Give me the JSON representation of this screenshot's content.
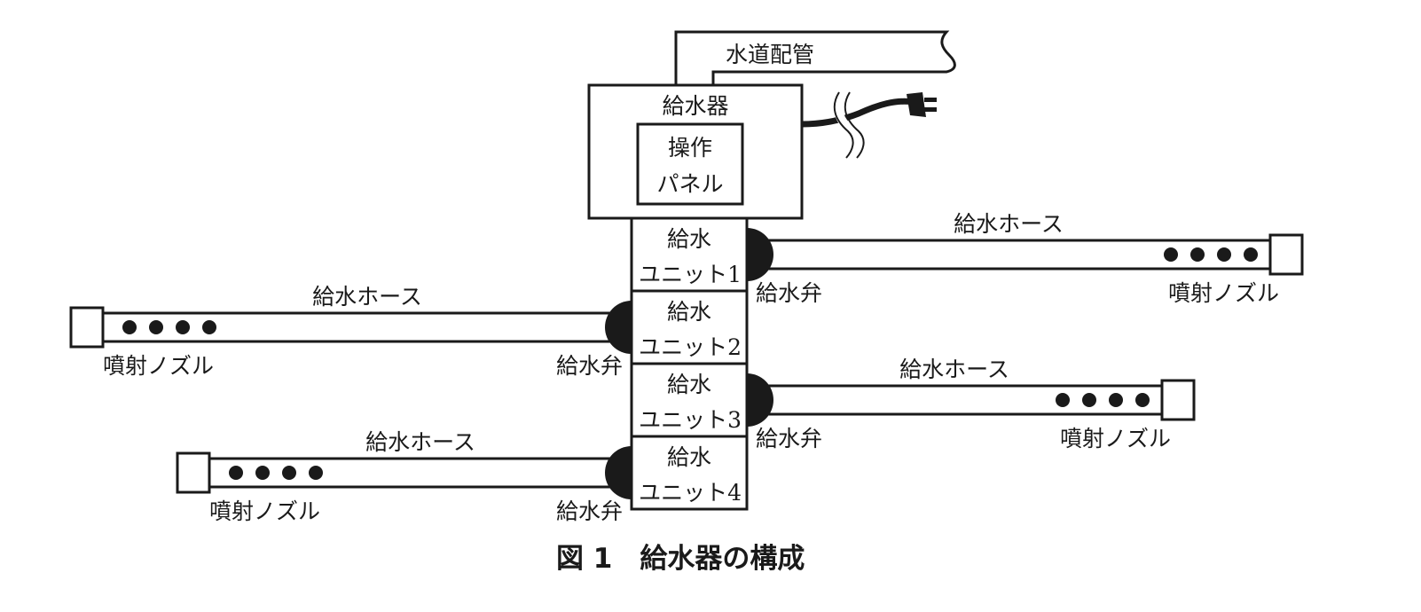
{
  "diagram": {
    "water_pipe": {
      "label": "水道配管"
    },
    "supplier": {
      "label": "給水器",
      "panel": {
        "line1": "操作",
        "line2": "パネル"
      },
      "power_cord": "power-plug"
    },
    "units": [
      {
        "line1": "給水",
        "line2": "ユニット1",
        "side": "right",
        "hose_label": "給水ホース",
        "valve_label": "給水弁",
        "nozzle_label": "噴射ノズル",
        "nozzle_holes": 4
      },
      {
        "line1": "給水",
        "line2": "ユニット2",
        "side": "left",
        "hose_label": "給水ホース",
        "valve_label": "給水弁",
        "nozzle_label": "噴射ノズル",
        "nozzle_holes": 4
      },
      {
        "line1": "給水",
        "line2": "ユニット3",
        "side": "right",
        "hose_label": "給水ホース",
        "valve_label": "給水弁",
        "nozzle_label": "噴射ノズル",
        "nozzle_holes": 4
      },
      {
        "line1": "給水",
        "line2": "ユニット4",
        "side": "left",
        "hose_label": "給水ホース",
        "valve_label": "給水弁",
        "nozzle_label": "噴射ノズル",
        "nozzle_holes": 4
      }
    ]
  },
  "caption": "図 1　給水器の構成"
}
